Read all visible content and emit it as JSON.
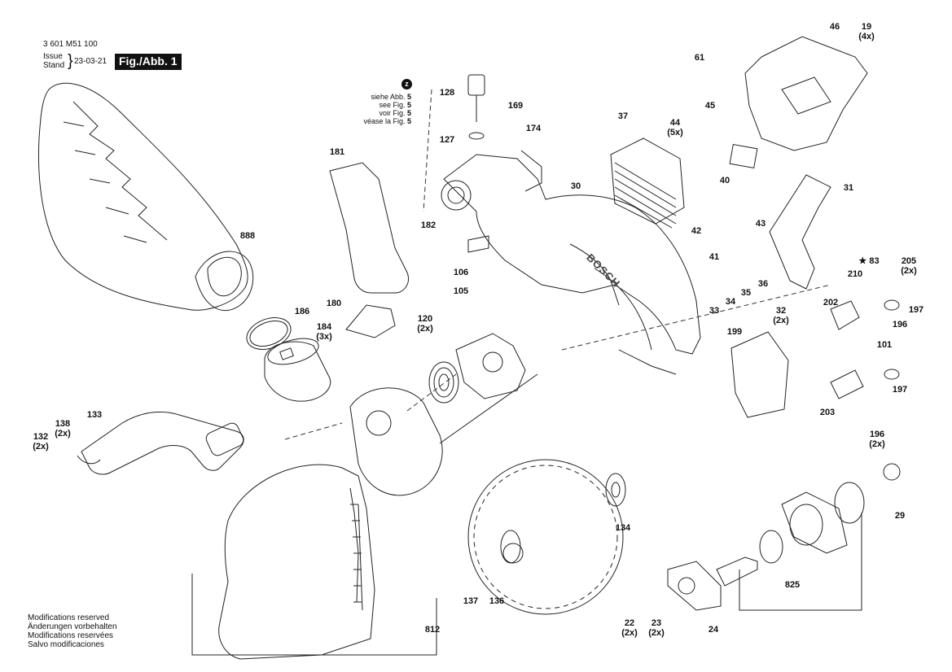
{
  "header": {
    "part_number": "3 601 M51 100",
    "issue_label": "Issue",
    "stand_label": "Stand",
    "date": "23-03-21",
    "figure_label": "Fig./Abb. 1"
  },
  "reference_note": {
    "marker": "z",
    "lines": [
      {
        "text": "siehe Abb. ",
        "num": "5"
      },
      {
        "text": "see Fig. ",
        "num": "5"
      },
      {
        "text": "voir Fig. ",
        "num": "5"
      },
      {
        "text": "véase la Fig. ",
        "num": "5"
      }
    ]
  },
  "brand_mark": "BOSCH",
  "footer_notes": [
    "Modifications reserved",
    "Änderungen vorbehalten",
    "Modifications reservées",
    "Salvo modificaciones"
  ],
  "part_labels": [
    {
      "number": "19",
      "qty": "(4x)"
    },
    {
      "number": "46",
      "qty": ""
    },
    {
      "number": "61",
      "qty": ""
    },
    {
      "number": "128",
      "qty": ""
    },
    {
      "number": "169",
      "qty": ""
    },
    {
      "number": "127",
      "qty": ""
    },
    {
      "number": "174",
      "qty": ""
    },
    {
      "number": "45",
      "qty": ""
    },
    {
      "number": "37",
      "qty": ""
    },
    {
      "number": "44",
      "qty": "(5x)"
    },
    {
      "number": "181",
      "qty": ""
    },
    {
      "number": "30",
      "qty": ""
    },
    {
      "number": "40",
      "qty": ""
    },
    {
      "number": "31",
      "qty": ""
    },
    {
      "number": "888",
      "qty": ""
    },
    {
      "number": "182",
      "qty": ""
    },
    {
      "number": "42",
      "qty": ""
    },
    {
      "number": "43",
      "qty": ""
    },
    {
      "number": "★ 83",
      "qty": ""
    },
    {
      "number": "205",
      "qty": "(2x)"
    },
    {
      "number": "106",
      "qty": ""
    },
    {
      "number": "41",
      "qty": ""
    },
    {
      "number": "210",
      "qty": ""
    },
    {
      "number": "105",
      "qty": ""
    },
    {
      "number": "34",
      "qty": ""
    },
    {
      "number": "35",
      "qty": ""
    },
    {
      "number": "36",
      "qty": ""
    },
    {
      "number": "180",
      "qty": ""
    },
    {
      "number": "33",
      "qty": ""
    },
    {
      "number": "202",
      "qty": ""
    },
    {
      "number": "197",
      "qty": ""
    },
    {
      "number": "186",
      "qty": ""
    },
    {
      "number": "32",
      "qty": "(2x)"
    },
    {
      "number": "120",
      "qty": "(2x)"
    },
    {
      "number": "184",
      "qty": "(3x)"
    },
    {
      "number": "199",
      "qty": ""
    },
    {
      "number": "196",
      "qty": ""
    },
    {
      "number": "101",
      "qty": ""
    },
    {
      "number": "197",
      "qty": ""
    },
    {
      "number": "203",
      "qty": ""
    },
    {
      "number": "133",
      "qty": ""
    },
    {
      "number": "138",
      "qty": "(2x)"
    },
    {
      "number": "196",
      "qty": "(2x)"
    },
    {
      "number": "132",
      "qty": "(2x)"
    },
    {
      "number": "29",
      "qty": ""
    },
    {
      "number": "134",
      "qty": ""
    },
    {
      "number": "825",
      "qty": ""
    },
    {
      "number": "137",
      "qty": ""
    },
    {
      "number": "136",
      "qty": ""
    },
    {
      "number": "22",
      "qty": "(2x)"
    },
    {
      "number": "23",
      "qty": "(2x)"
    },
    {
      "number": "24",
      "qty": ""
    },
    {
      "number": "812",
      "qty": ""
    }
  ]
}
